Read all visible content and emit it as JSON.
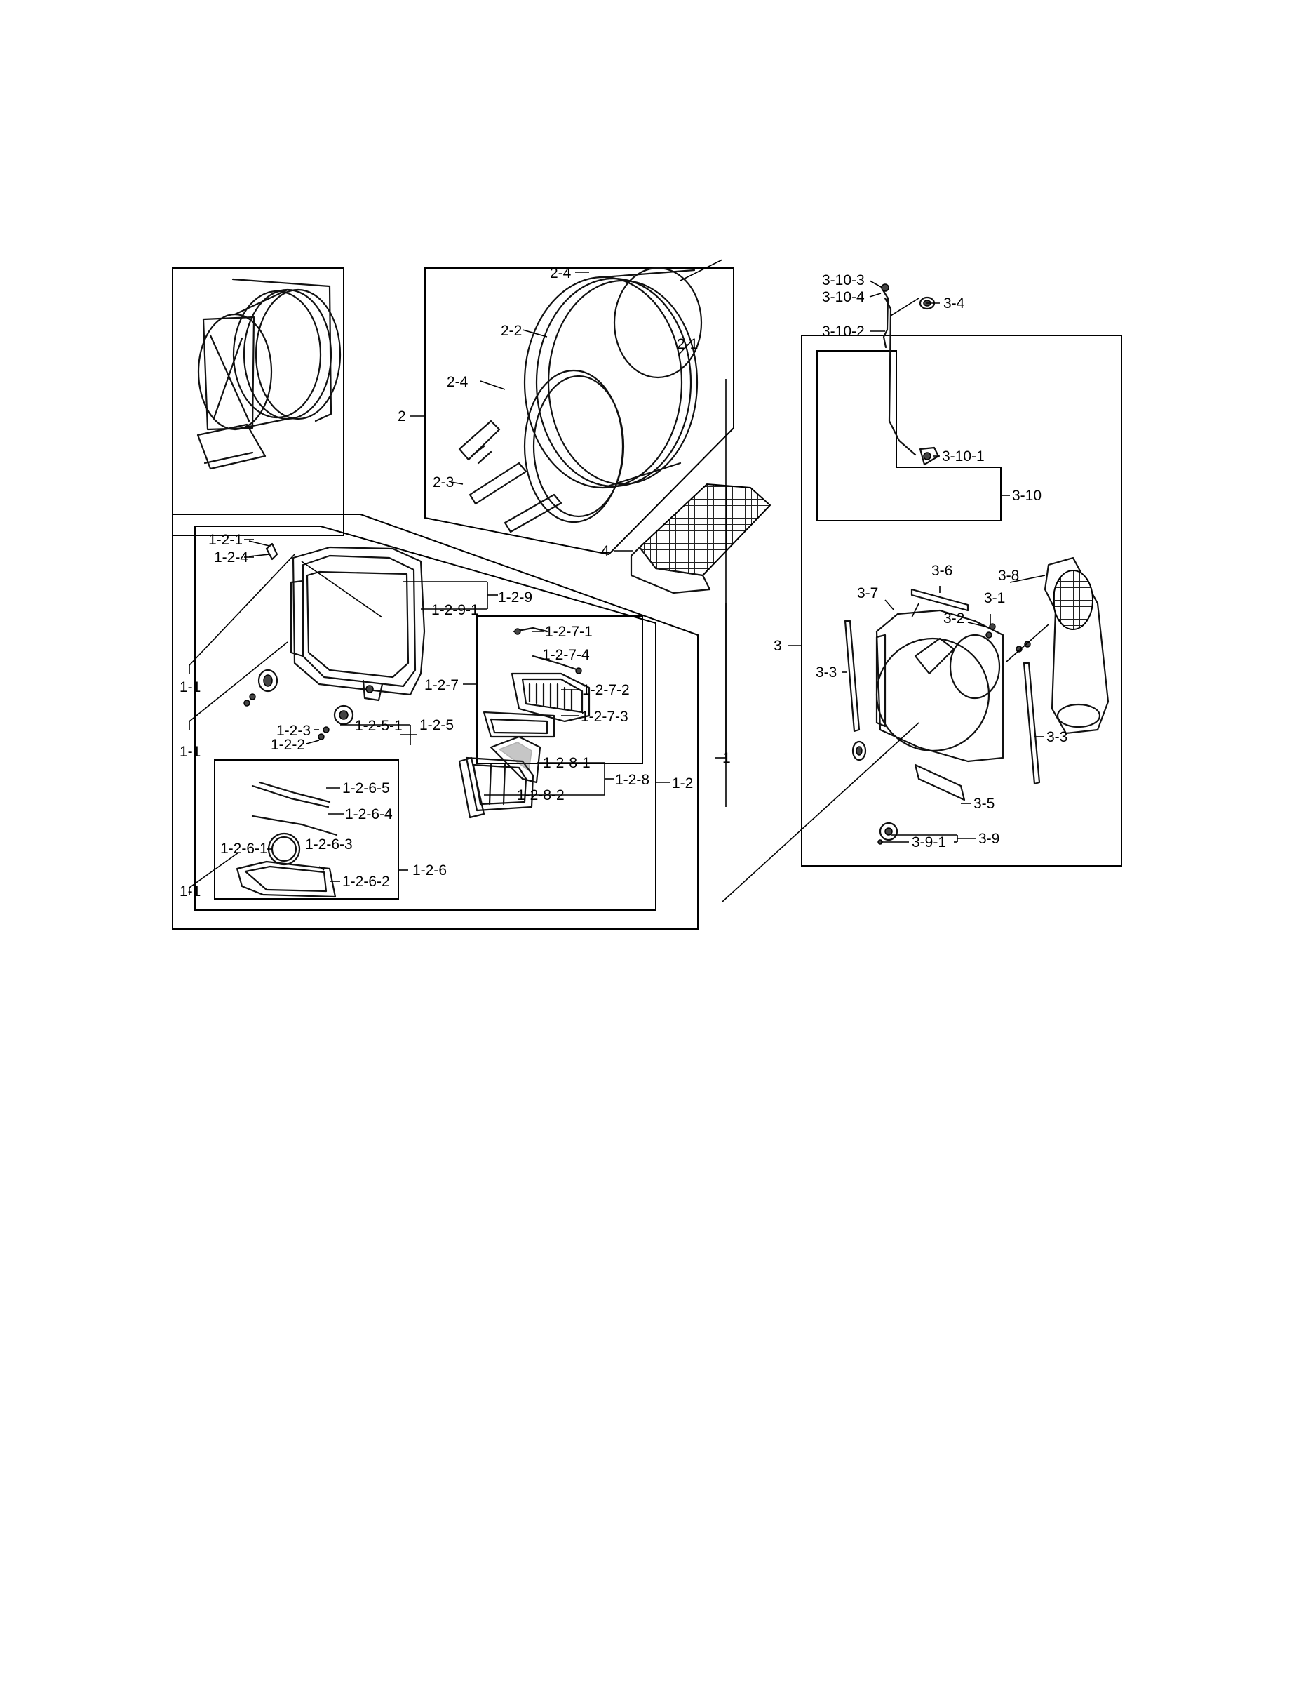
{
  "labels": {
    "l_1_2_1": "1-2-1",
    "l_1_2_4": "1-2-4",
    "l_1_1_a": "1-1",
    "l_1_1_b": "1-1",
    "l_1_1_c": "1-1",
    "l_1_2_3": "1-2-3",
    "l_1_2_2": "1-2-2",
    "l_1_2_5_1": "1-2-5-1",
    "l_1_2_5": "1-2-5",
    "l_1_2_9": "1-2-9",
    "l_1_2_9_1": "1-2-9-1",
    "l_1_2_7": "1-2-7",
    "l_1_2_7_1": "1-2-7-1",
    "l_1_2_7_4": "1-2-7-4",
    "l_1_2_7_2": "1-2-7-2",
    "l_1_2_7_3": "1-2-7-3",
    "l_1_2_6_5": "1-2-6-5",
    "l_1_2_6_4": "1-2-6-4",
    "l_1_2_6_1": "1-2-6-1",
    "l_1_2_6_3": "1-2-6-3",
    "l_1_2_6_2": "1-2-6-2",
    "l_1_2_6": "1-2-6",
    "l_1_2_8_1": "1-2-8-1",
    "l_1_2_8_2": "1-2-8-2",
    "l_1_2_8": "1-2-8",
    "l_1_2": "1-2",
    "l_1": "1",
    "l_2": "2",
    "l_2_4_a": "2-4",
    "l_2_2": "2-2",
    "l_2_1": "2-1",
    "l_2_4_b": "2-4",
    "l_2_3": "2-3",
    "l_4": "4",
    "l_3": "3",
    "l_3_10_3": "3-10-3",
    "l_3_10_4": "3-10-4",
    "l_3_10_2": "3-10-2",
    "l_3_4": "3-4",
    "l_3_10_1": "3-10-1",
    "l_3_10": "3-10",
    "l_3_6": "3-6",
    "l_3_8": "3-8",
    "l_3_7": "3-7",
    "l_3_1": "3-1",
    "l_3_2": "3-2",
    "l_3_3_a": "3-3",
    "l_3_3_b": "3-3",
    "l_3_5": "3-5",
    "l_3_9_1": "3-9-1",
    "l_3_9": "3-9"
  }
}
